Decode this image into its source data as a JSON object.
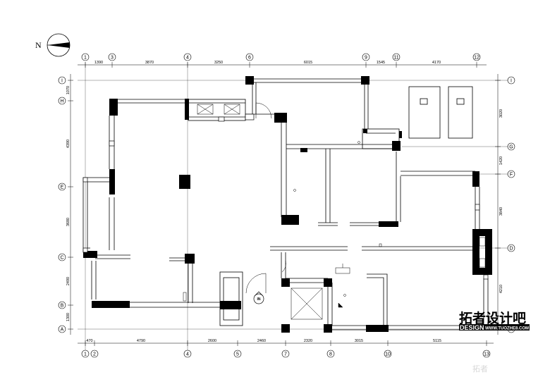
{
  "north_label": "N",
  "entry_label": "IN",
  "top_axes": [
    "1",
    "3",
    "4",
    "6",
    "9",
    "11",
    "12"
  ],
  "bottom_axes": [
    "1",
    "2",
    "4",
    "5",
    "7",
    "8",
    "10",
    "13"
  ],
  "left_axes": [
    "I",
    "H",
    "E",
    "C",
    "B",
    "A"
  ],
  "right_axes": [
    "I",
    "G",
    "F",
    "D",
    "A"
  ],
  "top_dims": [
    "1390",
    "3870",
    "3250",
    "6015",
    "1545",
    "4170"
  ],
  "bottom_dims": [
    "470",
    "4790",
    "2600",
    "2460",
    "2320",
    "3015",
    "5115"
  ],
  "left_dims": [
    "1070",
    "4390",
    "3680",
    "2490",
    "1300"
  ],
  "right_dims": [
    "3020",
    "1420",
    "3840",
    "4210"
  ],
  "watermark": {
    "name": "拓者设计吧",
    "design": "DESIGN",
    "url": "WWW.TUOZHE8.COM",
    "faint": "拓者"
  }
}
